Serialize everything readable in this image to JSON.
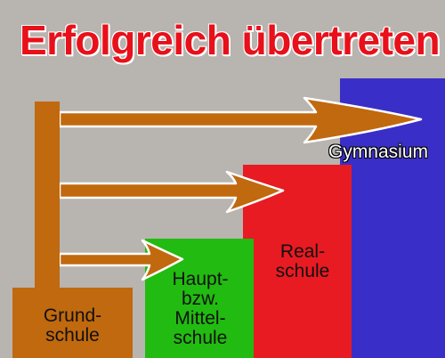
{
  "title": "Erfolgreich übertreten",
  "schools": {
    "grundschule": {
      "lines": [
        "Grund-",
        "schule"
      ]
    },
    "hauptschule": {
      "lines": [
        "Haupt-",
        "bzw.",
        "Mittel-",
        "schule"
      ]
    },
    "realschule": {
      "lines": [
        "Real-",
        "schule"
      ]
    },
    "gymnasium": {
      "lines": [
        "Gymnasium"
      ]
    }
  },
  "colors": {
    "background": "#b8b4b0",
    "title": "#e8101a",
    "grundschule": "#c0690e",
    "hauptschule": "#22bb11",
    "realschule": "#e81a22",
    "gymnasium": "#3a2ec8",
    "arrow": "#c0690e"
  }
}
